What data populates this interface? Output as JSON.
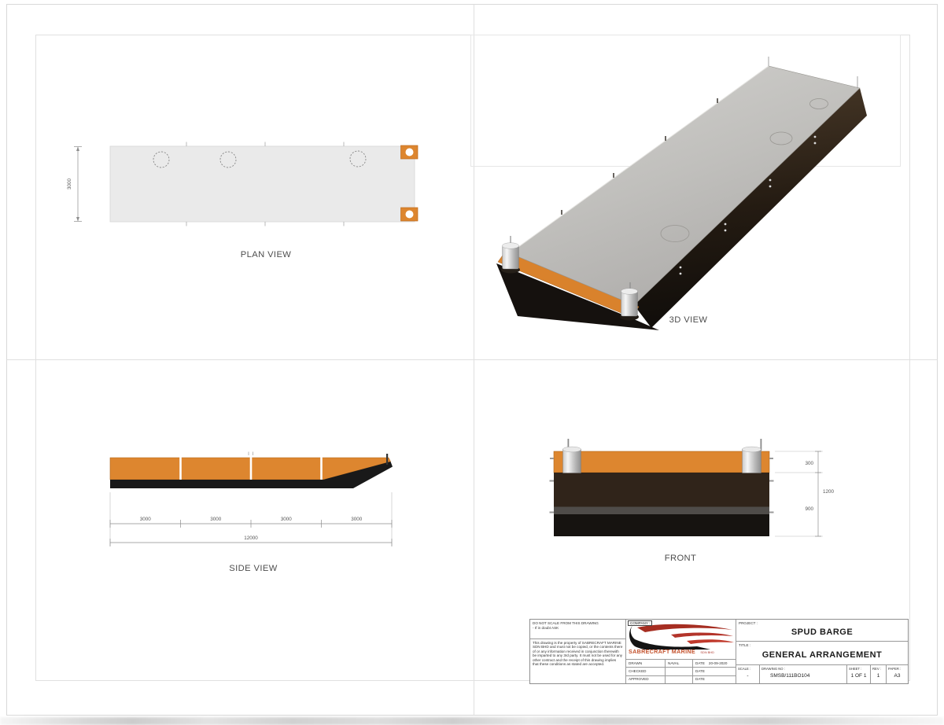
{
  "colors": {
    "orange": "#dd862f",
    "deck_gray": "#eaeaea",
    "hull_dark": "#30241a",
    "black": "#181512",
    "frame_gray": "#e0e0e0",
    "brand_orange": "#c2512c",
    "logo_red": "#b3342a"
  },
  "views": {
    "plan": {
      "label": "PLAN VIEW",
      "width_dim": "3000"
    },
    "iso": {
      "label": "3D VIEW"
    },
    "side": {
      "label": "SIDE VIEW",
      "segment_dims": [
        "3000",
        "3000",
        "3000",
        "3000"
      ],
      "overall_dim": "12000"
    },
    "front": {
      "label": "FRONT",
      "dims": {
        "deck_band": "300",
        "overall_depth": "1200",
        "hull_below": "900"
      }
    }
  },
  "title_block": {
    "notes": {
      "do_not_scale_line1": "DO NOT SCALE FROM THIS DRAWING",
      "do_not_scale_line2": "- If in doubt ASK",
      "disclaimer": "This drawing is the property of SABRECRAFT MARINE SDN BHD and must not be copied, or the contents there of or any information received in conjunction therewith be imparted to any 3rd party. It must not be used for any other contract and the receipt of this drawing implies that these conditions as stated are accepted."
    },
    "company": {
      "label": "COMPANY :",
      "name": "SABRECRAFT MARINE",
      "suffix": "SDN BHD"
    },
    "signoff": {
      "rows": [
        {
          "role": "DRAWN",
          "name": "NAVAL",
          "date_label": "DATE",
          "date": "20-09-2020"
        },
        {
          "role": "CHECKED",
          "name": "",
          "date_label": "DATE",
          "date": ""
        },
        {
          "role": "APPROVED",
          "name": "",
          "date_label": "DATE",
          "date": ""
        }
      ]
    },
    "project": {
      "label": "PROJECT :",
      "value": "SPUD BARGE"
    },
    "title": {
      "label": "TITLE :",
      "value": "GENERAL ARRANGEMENT"
    },
    "meta": {
      "scale_label": "SCALE :",
      "scale_value": "-",
      "drawing_no_label": "DRAWING NO :",
      "drawing_no_value": "SMSB/111BO104",
      "sheet_label": "SHEET :",
      "sheet_value": "1 OF 1",
      "rev_label": "REV :",
      "rev_value": "1",
      "paper_label": "PAPER :",
      "paper_value": "A3"
    }
  }
}
